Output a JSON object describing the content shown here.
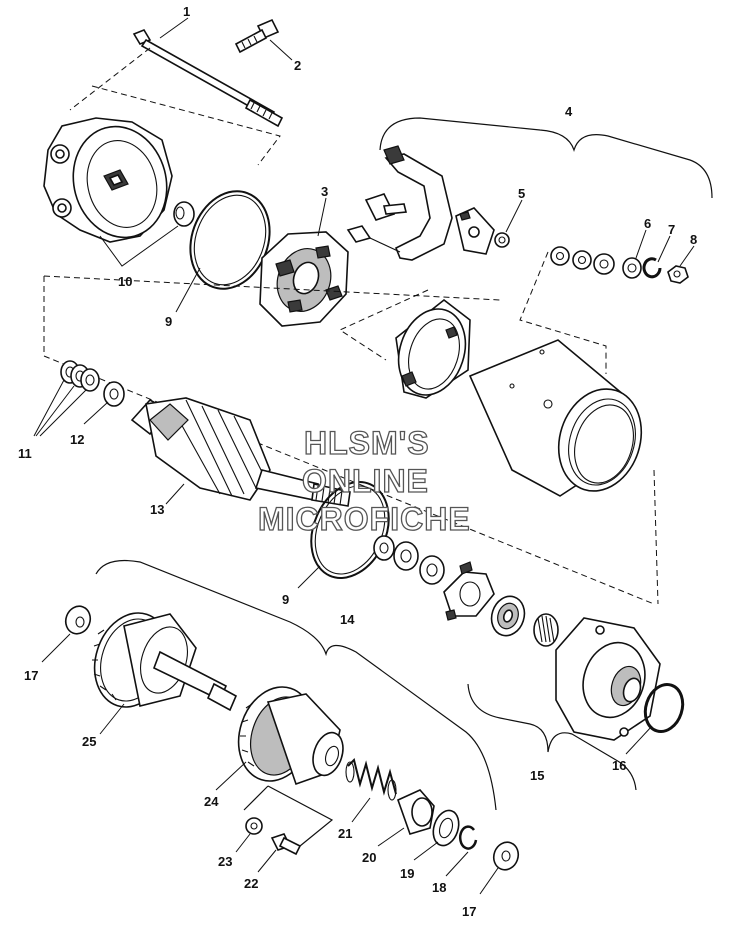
{
  "watermark": {
    "lines": [
      "HLSM'S",
      "ONLINE",
      "MICROFICHE"
    ]
  },
  "callouts": {
    "c1": "1",
    "c2": "2",
    "c3": "3",
    "c4": "4",
    "c5": "5",
    "c6": "6",
    "c7": "7",
    "c8": "8",
    "c9a": "9",
    "c9b": "9",
    "c10": "10",
    "c11": "11",
    "c12": "12",
    "c13": "13",
    "c14": "14",
    "c15": "15",
    "c16": "16",
    "c17a": "17",
    "c17b": "17",
    "c18": "18",
    "c19": "19",
    "c20": "20",
    "c21": "21",
    "c22": "22",
    "c23": "23",
    "c24": "24",
    "c25": "25"
  },
  "colors": {
    "ink": "#111111",
    "watermark_stroke": "#555555",
    "background": "#ffffff"
  }
}
